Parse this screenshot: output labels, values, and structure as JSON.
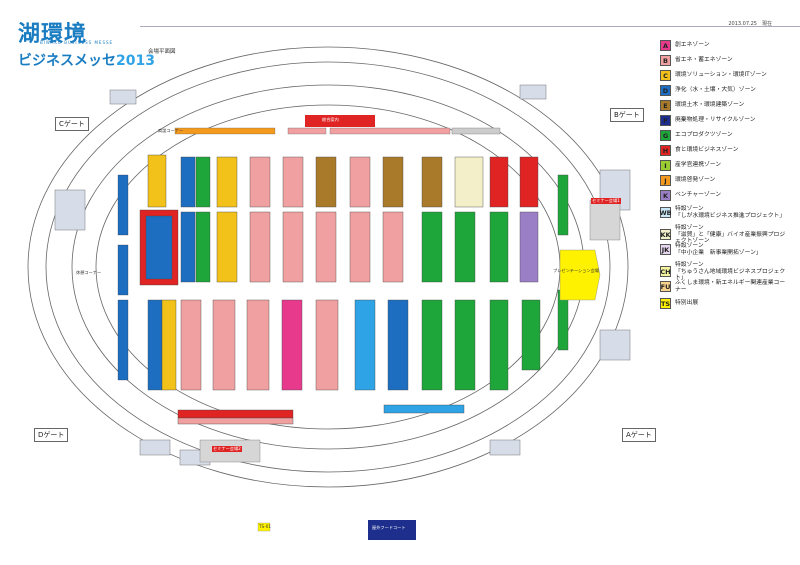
{
  "header": {
    "logo_main": "湖環境",
    "logo_sub": "BIWAKO BUSINESS MESSE",
    "logo_event": "ビジネスメッセ",
    "logo_year": "2013",
    "date_text": "2013.07.25　現在",
    "floor_label": "会場平面図"
  },
  "gates": {
    "a": "Aゲート",
    "b": "Bゲート",
    "c": "Cゲート",
    "d": "Dゲート"
  },
  "legend": [
    {
      "code": "A",
      "label": "創エネゾーン",
      "color": "#e83a8c"
    },
    {
      "code": "B",
      "label": "省エネ・蓄エネゾーン",
      "color": "#f0a0a0"
    },
    {
      "code": "C",
      "label": "環境ソリューション・環境ITゾーン",
      "color": "#f2c21a"
    },
    {
      "code": "D",
      "label": "浄化（水・土壌・大気）ゾーン",
      "color": "#1d6ec1"
    },
    {
      "code": "E",
      "label": "環境土木・環境建築ゾーン",
      "color": "#a87a2a"
    },
    {
      "code": "F",
      "label": "廃棄物処理・リサイクルゾーン",
      "color": "#1d2e8c"
    },
    {
      "code": "G",
      "label": "エコプロダクツゾーン",
      "color": "#1fa63a"
    },
    {
      "code": "H",
      "label": "食と環境ビジネスゾーン",
      "color": "#e02424"
    },
    {
      "code": "I",
      "label": "産学官連携ゾーン",
      "color": "#9acd32"
    },
    {
      "code": "J",
      "label": "環境啓発ゾーン",
      "color": "#f39a1e"
    },
    {
      "code": "K",
      "label": "ベンチャーゾーン",
      "color": "#9b7fc6"
    },
    {
      "code": "WB",
      "label": "特設ゾーン\n「しが水環境ビジネス推進プロジェクト」",
      "color": "#c8e6f5"
    },
    {
      "code": "KK",
      "label": "特設ゾーン\n「滋賀」と「健康」バイオ産業振興プロジェクトゾーン",
      "color": "#f2efc9"
    },
    {
      "code": "JK",
      "label": "特設ゾーン\n「中小企業　新事業開拓ゾーン」",
      "color": "#e6d6ef"
    },
    {
      "code": "CH",
      "label": "特設ゾーン\n「ちゅうさん地域環境ビジネスプロジェクト」",
      "color": "#f4f4a0"
    },
    {
      "code": "FU",
      "label": "ふくしま環境・新エネルギー関連産業コーナー",
      "color": "#f7d28a"
    },
    {
      "code": "TS",
      "label": "特別出展",
      "color": "#fff200"
    }
  ],
  "venue_labels": {
    "seminar_1": "セミナー会場1",
    "seminar_2": "セミナー会場2",
    "presentation": "プレゼンテーション会場",
    "food_court": "屋外フードコート",
    "info": "総合案内",
    "rest_corner": "休憩コーナー",
    "business_corner": "商談コーナー",
    "ts_tag": "TS-01"
  }
}
